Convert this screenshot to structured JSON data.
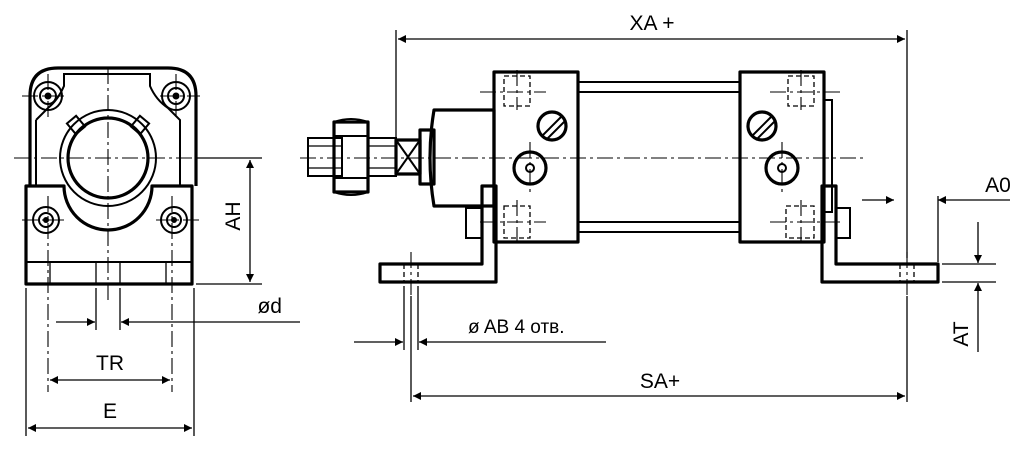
{
  "diagram": {
    "labels": {
      "xa": "XA +",
      "ah": "AH",
      "od": "ød",
      "ab": "ø AB 4 отв.",
      "tr": "TR",
      "e": "E",
      "sa": "SA+",
      "a0": "A0",
      "at": "AT"
    }
  }
}
